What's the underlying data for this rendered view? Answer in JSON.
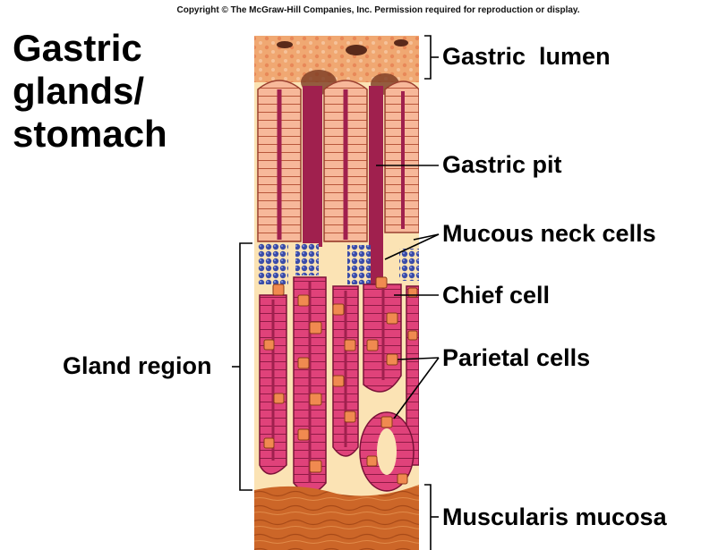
{
  "copyright": "Copyright © The McGraw-Hill Companies, Inc. Permission required for reproduction or display.",
  "title": {
    "line1": "Gastric",
    "line2": "glands/",
    "line3": "stomach"
  },
  "labels": {
    "gastric_lumen": "Gastric  lumen",
    "gastric_pit": "Gastric pit",
    "mucous_neck_cells": "Mucous neck cells",
    "chief_cell": "Chief cell",
    "parietal_cells": "Parietal cells",
    "gland_region": "Gland region",
    "muscularis_mucosa": "Muscularis mucosa"
  },
  "colors": {
    "lumen": "#f0a872",
    "background_tissue": "#fbe3b4",
    "pit_lining": "#f7b89a",
    "pit_lumen": "#a0204e",
    "mucous_neck": "#3a4ca8",
    "gland_pink": "#e0427a",
    "chief_orange": "#f08a50",
    "muscularis": "#cc6628"
  }
}
